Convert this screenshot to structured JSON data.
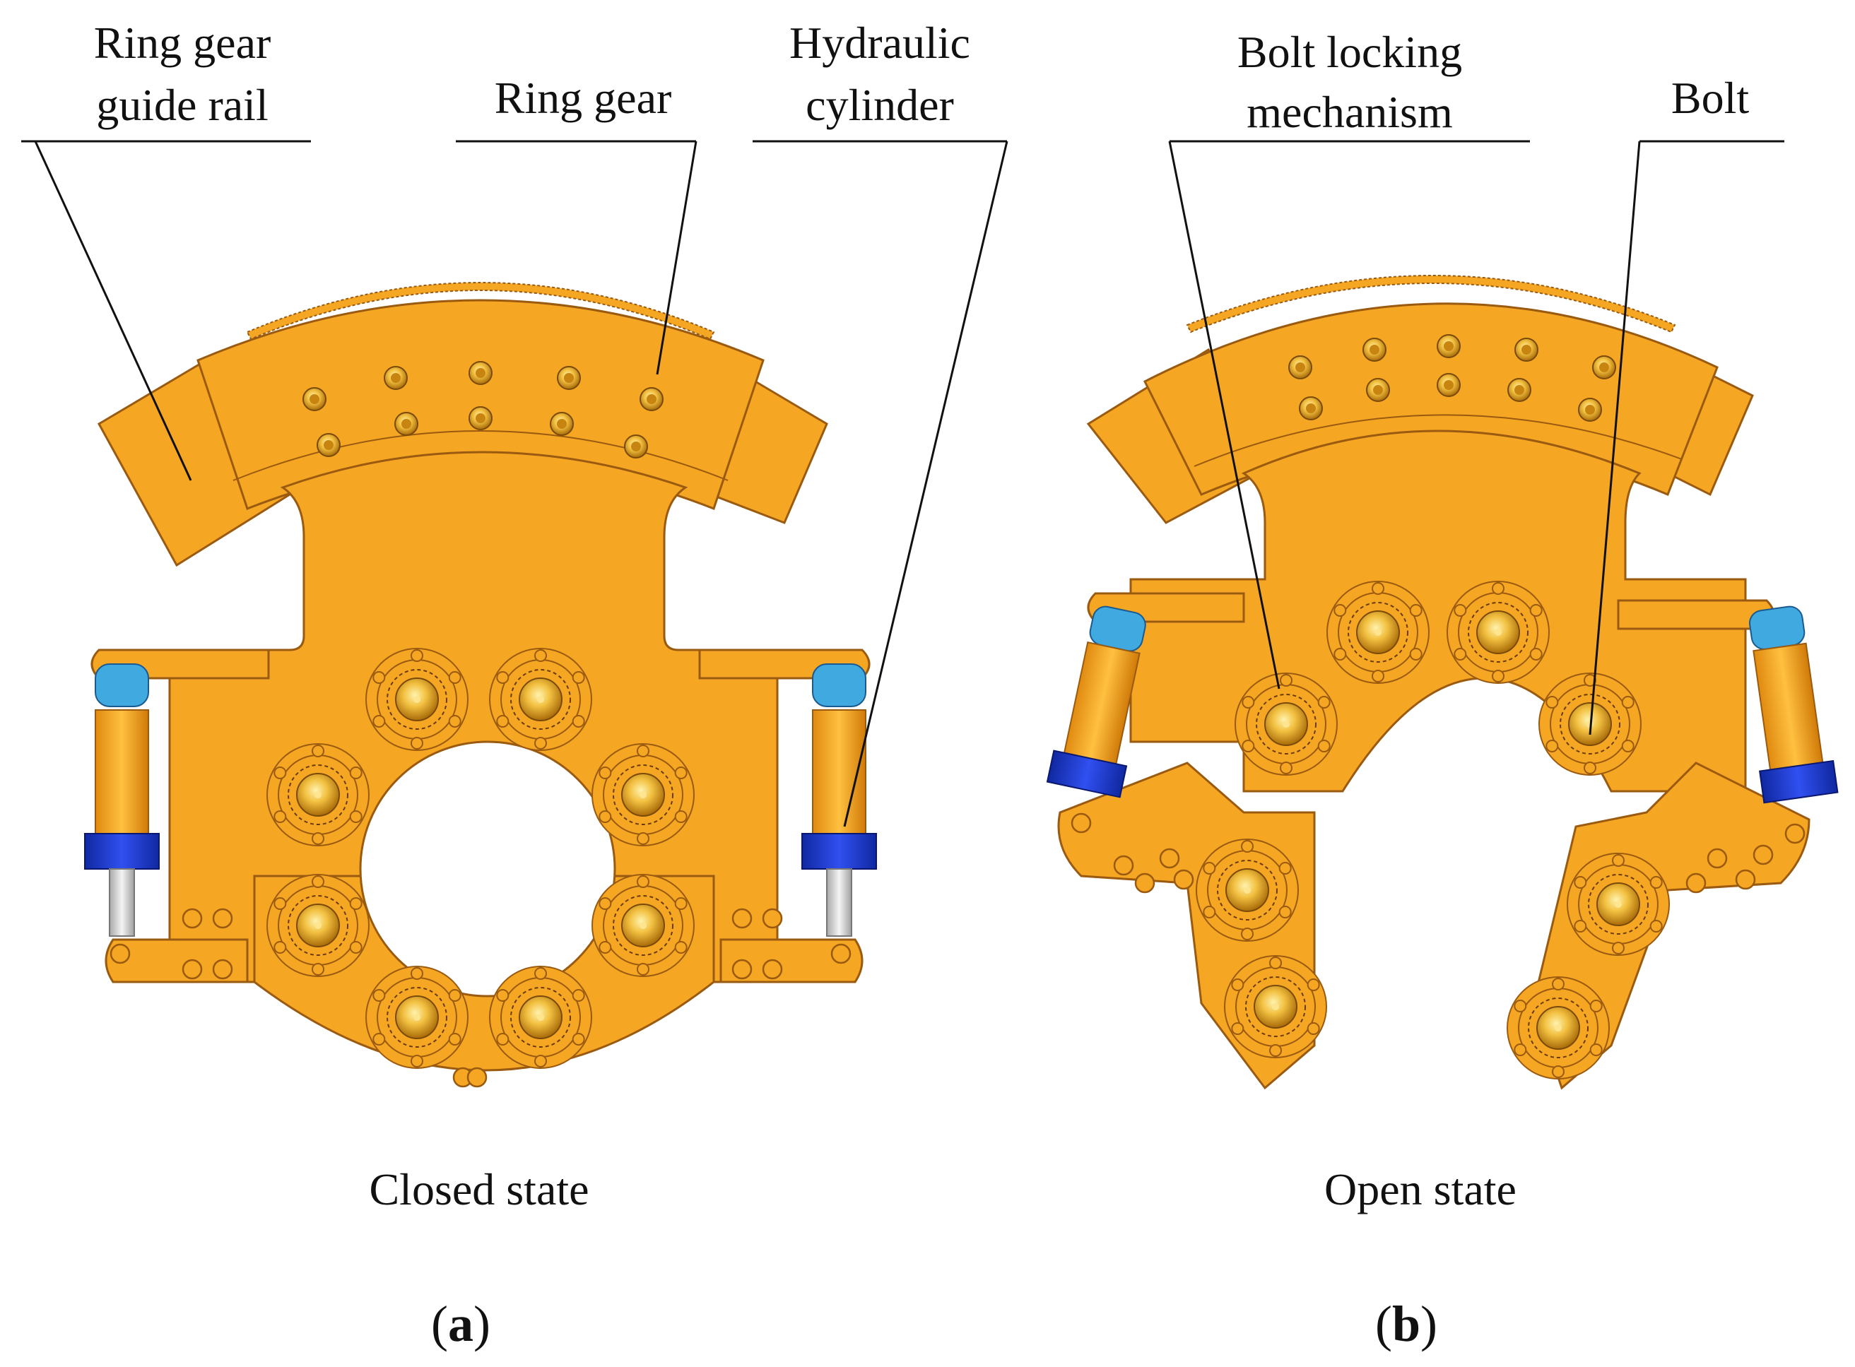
{
  "colors": {
    "body": "#F5A623",
    "body_edge": "#9A5A10",
    "bolt_gold": "#E0A020",
    "bolt_tip": "#FFE590",
    "cylinder_blue": "#1E3FD0",
    "cylinder_cap": "#3FA9E0",
    "rod_grey": "#D8D8D8",
    "line": "#111111"
  },
  "panel_a": {
    "callouts": {
      "ring_gear_guide_rail_line1": "Ring gear",
      "ring_gear_guide_rail_line2": "guide rail",
      "ring_gear": "Ring gear",
      "hydraulic_cylinder_line1": "Hydraulic",
      "hydraulic_cylinder_line2": "cylinder"
    },
    "caption": "Closed state",
    "letter": "a"
  },
  "panel_b": {
    "callouts": {
      "bolt_locking_mechanism_line1": "Bolt locking",
      "bolt_locking_mechanism_line2": "mechanism",
      "bolt": "Bolt"
    },
    "caption": "Open state",
    "letter": "b"
  },
  "panel_paren_open": "(",
  "panel_paren_close": ")"
}
